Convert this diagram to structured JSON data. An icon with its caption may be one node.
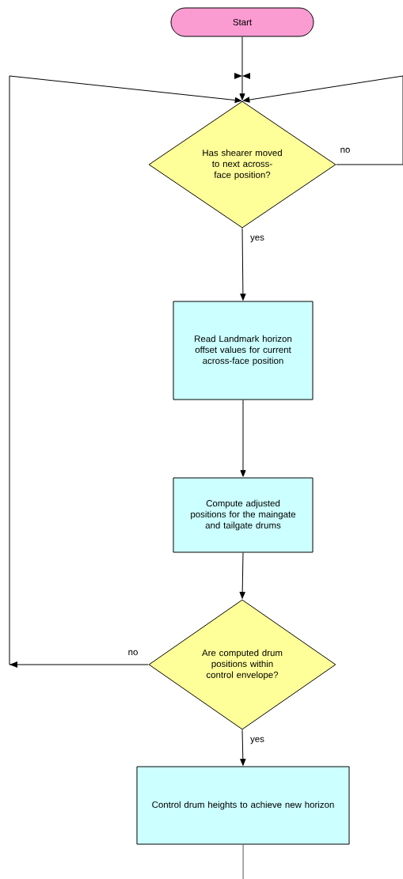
{
  "diagram": {
    "nodes": [
      {
        "text": [
          "Start"
        ]
      },
      {
        "text": [
          "Has shearer moved  to next across-face position?"
        ]
      },
      {
        "text": [
          "Read Landmark horizon offset values for current across-face position"
        ]
      },
      {
        "text": [
          "Compute adjusted positions for the maingate and tailgate drums"
        ]
      },
      {
        "text": [
          "Are computed drum positions within control envelope?"
        ]
      },
      {
        "text": [
          "Control drum heights to achieve new horizon"
        ]
      }
    ],
    "edges": [
      {
        "from": 0,
        "to": 1,
        "arrow": "to"
      },
      {
        "from": 1,
        "to": 2,
        "arrow": "to",
        "label": "yes"
      },
      {
        "from": 2,
        "to": 3,
        "arrow": "to"
      },
      {
        "from": 3,
        "to": 4,
        "arrow": "to"
      },
      {
        "from": 4,
        "to": 5,
        "arrow": "to",
        "label": "yes"
      },
      {
        "from": 1,
        "to": 1,
        "arrow": "to",
        "label": "no"
      },
      {
        "from": 4,
        "to": 1,
        "arrow": "to",
        "label": "no"
      },
      {
        "from": 5,
        "to": null,
        "arrow": "none"
      }
    ]
  }
}
